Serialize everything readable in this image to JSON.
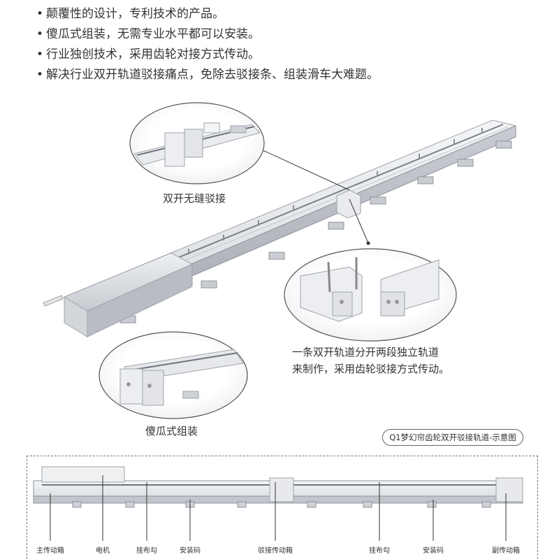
{
  "bullets": [
    "颠覆性的设计，专利技术的产品。",
    "傻瓜式组装，无需专业水平都可以安装。",
    "行业独创技术，采用齿轮对接方式传动。",
    "解决行业双开轨道驳接痛点，免除去驳接条、组装滑车大难题。"
  ],
  "captions": {
    "seamless": "双开无缝驳接",
    "split_line1": "一条双开轨道分开两段独立轨道",
    "split_line2": "来制作，采用齿轮驳接方式传动。",
    "easy_install": "傻瓜式组装"
  },
  "diagram_title": "Q1梦幻帘齿轮双开驳接轨道-示意图",
  "parts": [
    "主传动箱",
    "电机",
    "挂布勾",
    "安装码",
    "驳接传动箱",
    "挂布勾",
    "安装码",
    "副传动箱"
  ]
}
